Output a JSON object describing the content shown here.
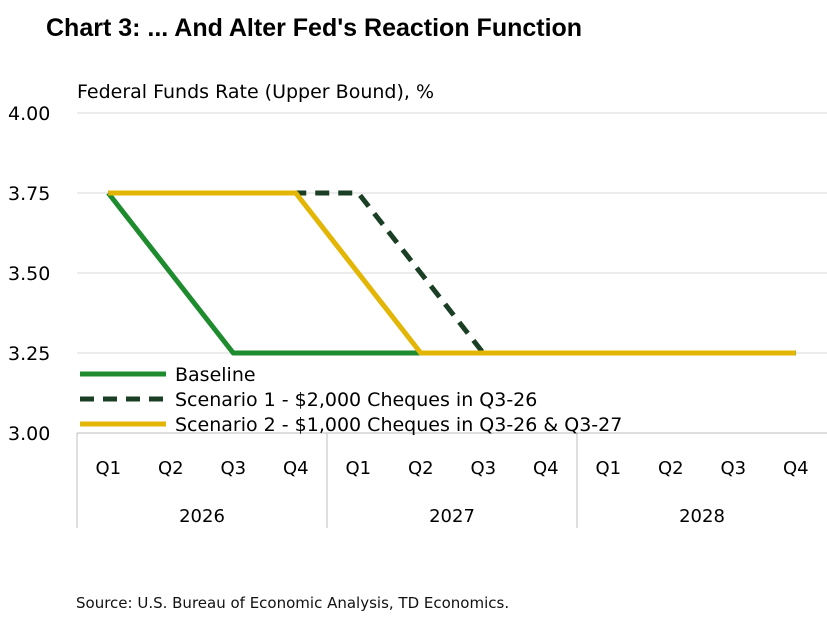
{
  "title": "Chart 3: ... And Alter Fed's Reaction Function",
  "source": "Source: U.S. Bureau of Economic Analysis, TD Economics.",
  "chart_data": {
    "type": "line",
    "ylabel": "Federal Funds Rate (Upper Bound), %",
    "ylim": [
      3.0,
      4.0
    ],
    "yticks": [
      "3.00",
      "3.25",
      "3.50",
      "3.75",
      "4.00"
    ],
    "grid": true,
    "legend_position": "bottom-left",
    "categories": [
      "Q1",
      "Q2",
      "Q3",
      "Q4",
      "Q1",
      "Q2",
      "Q3",
      "Q4",
      "Q1",
      "Q2",
      "Q3",
      "Q4"
    ],
    "year_groups": [
      {
        "label": "2026",
        "quarters": 4
      },
      {
        "label": "2027",
        "quarters": 4
      },
      {
        "label": "2028",
        "quarters": 4
      }
    ],
    "series": [
      {
        "name": "Baseline",
        "color": "#1e8c2e",
        "style": "solid",
        "values": [
          3.75,
          3.5,
          3.25,
          3.25,
          3.25,
          3.25,
          3.25,
          3.25,
          3.25,
          3.25,
          3.25,
          3.25
        ]
      },
      {
        "name": "Scenario 1 - $2,000 Cheques in Q3-26",
        "color": "#1a3f24",
        "style": "dashed",
        "values": [
          3.75,
          3.75,
          3.75,
          3.75,
          3.75,
          3.5,
          3.25,
          3.25,
          3.25,
          3.25,
          3.25,
          3.25
        ]
      },
      {
        "name": "Scenario 2 - $1,000 Cheques in Q3-26 & Q3-27",
        "color": "#e3b505",
        "style": "solid",
        "values": [
          3.75,
          3.75,
          3.75,
          3.75,
          3.5,
          3.25,
          3.25,
          3.25,
          3.25,
          3.25,
          3.25,
          3.25
        ]
      }
    ]
  }
}
